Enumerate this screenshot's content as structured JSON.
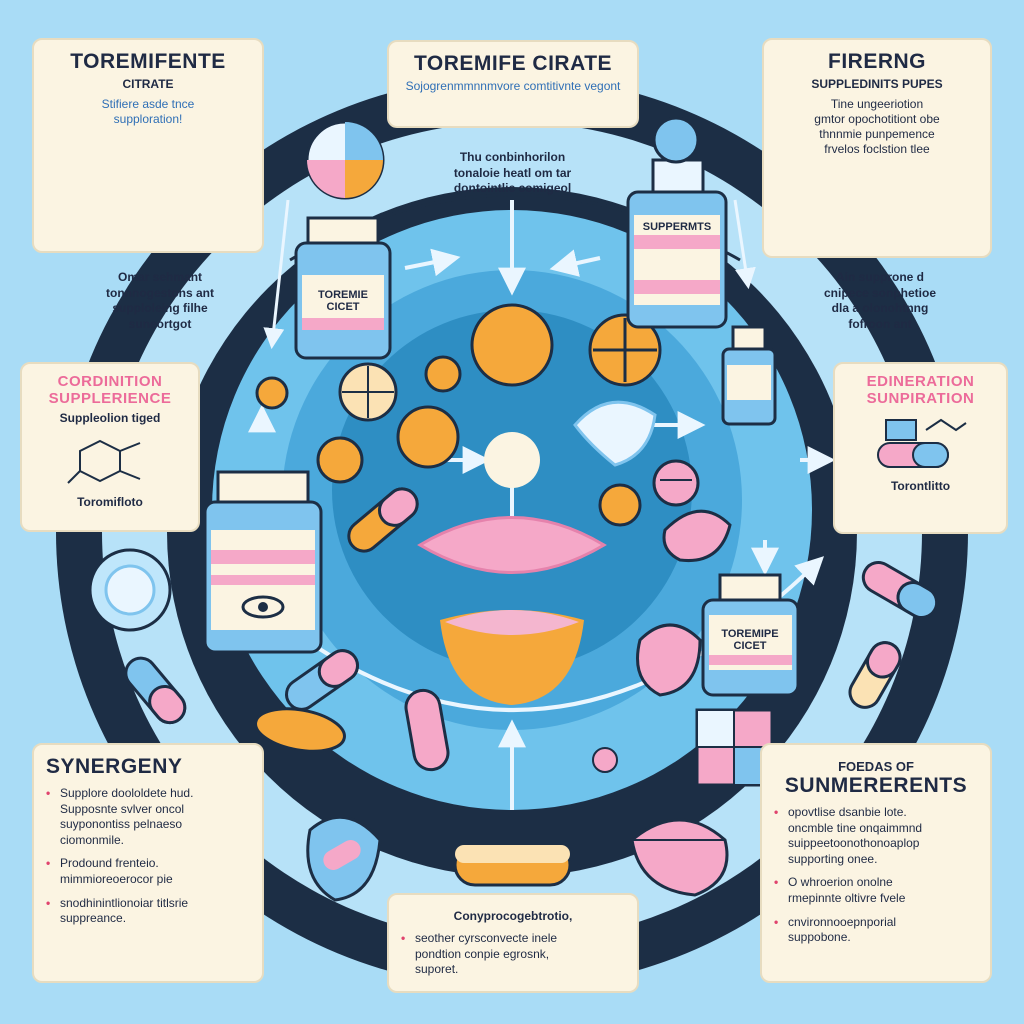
{
  "colors": {
    "background": "#a9dcf6",
    "ring_dark": "#1c2e45",
    "ring_light": "#5cb8e4",
    "center": "#2e8ec3",
    "card": "#fbf4e2",
    "accent_pink": "#ec6b9a",
    "accent_orange": "#f5a83b",
    "accent_blue": "#7fc4ee"
  },
  "cards": {
    "top_left": {
      "title": "TOREMIFENTE",
      "subtitle": "CITRATE",
      "body": "Stifiere asde tnce\nsupploration!"
    },
    "top_center": {
      "title": "TOREMIFE CIRATE",
      "subtitle": "Sojogrenmmnnmvore comtitivnte vegont"
    },
    "top_right": {
      "title": "FIRERNG",
      "subtitle": "SUPPLEDINITS PUPES",
      "body": "Tine ungeeriotion\ngmtor opochotitiont obe\nthnnmie punpemence\nfrvelos foclstion tlee"
    },
    "mid_left": {
      "title": "CORDINITION\nSUPPLERIENCE",
      "subtitle": "Suppleolion tiged",
      "caption": "Toromifloto"
    },
    "mid_right": {
      "title": "EDINERATION\nSUNPIRATION",
      "caption": "Torontlitto"
    },
    "bottom_left": {
      "title": "SYNERGENY",
      "bullets": [
        "Supplore doololdete hud.\nSupposnte svlver oncol\nsuyponontiss pelnaeso\nciomonmile.",
        "Prodound frenteio.\nmimmioreoerocor pie",
        "snodhinintlionoiar titlsrie\nsuppreance."
      ]
    },
    "bottom_center": {
      "heading": "Conyprocogebtrotio,",
      "bullets": [
        "seother cyrsconvecte inele\npondtion conpie egrosnk,\nsuporet."
      ]
    },
    "bottom_right": {
      "title_small": "FOEDAS OF",
      "title": "SUNMERERENTS",
      "bullets": [
        "opovtlise dsanbie lote.\noncmble tine onqaimmnd\nsuippeetoonothonoaplop\nsupporting onee.",
        "O whroerion onolne\nrmepinnte oltivre fvele",
        "cnvironnooepnporial\nsuppobone."
      ]
    }
  },
  "side_texts": {
    "left": "Omar sehmant\ntonnnogestons ant\nsupploleing filhe\nsuneortgot",
    "right": "Ain supprone d\ncnipece sonphetioe\ndla a olonohtnng\nfofroon ant",
    "top_center": "Thu conbinhorilon\ntonaloie heatl om tar\ndontointlic comigeol"
  },
  "bottle_labels": {
    "bottle_top_left": "TOREMIE\nCICET",
    "bottle_top_right": "SUPPERMTS",
    "bottle_bottom_right": "TOREMIPE\nCICET"
  },
  "icons": [
    "pill-capsule-icon",
    "tablet-icon",
    "bottle-icon",
    "arrow-icon",
    "molecule-icon",
    "eye-icon"
  ]
}
